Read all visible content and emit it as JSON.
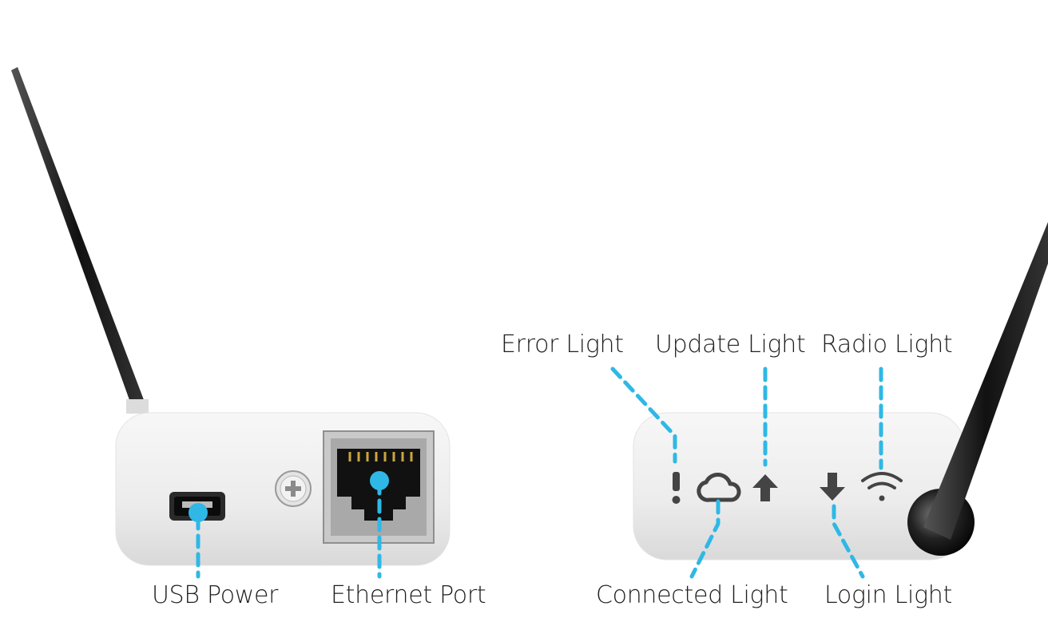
{
  "colors": {
    "callout": "#2fb8e6",
    "device_body": "#eeeeee",
    "antenna": "#1b1b1b",
    "port_metal": "#bdbdbd",
    "icon": "#444444"
  },
  "back_panel": {
    "labels": {
      "usb_power": "USB Power",
      "ethernet_port": "Ethernet Port"
    }
  },
  "front_panel": {
    "labels": {
      "error_light": "Error Light",
      "update_light": "Update Light",
      "radio_light": "Radio Light",
      "connected_light": "Connected Light",
      "login_light": "Login Light"
    },
    "icons": [
      "exclamation-icon",
      "cloud-icon",
      "arrow-up-icon",
      "arrow-down-icon",
      "wifi-icon"
    ]
  }
}
